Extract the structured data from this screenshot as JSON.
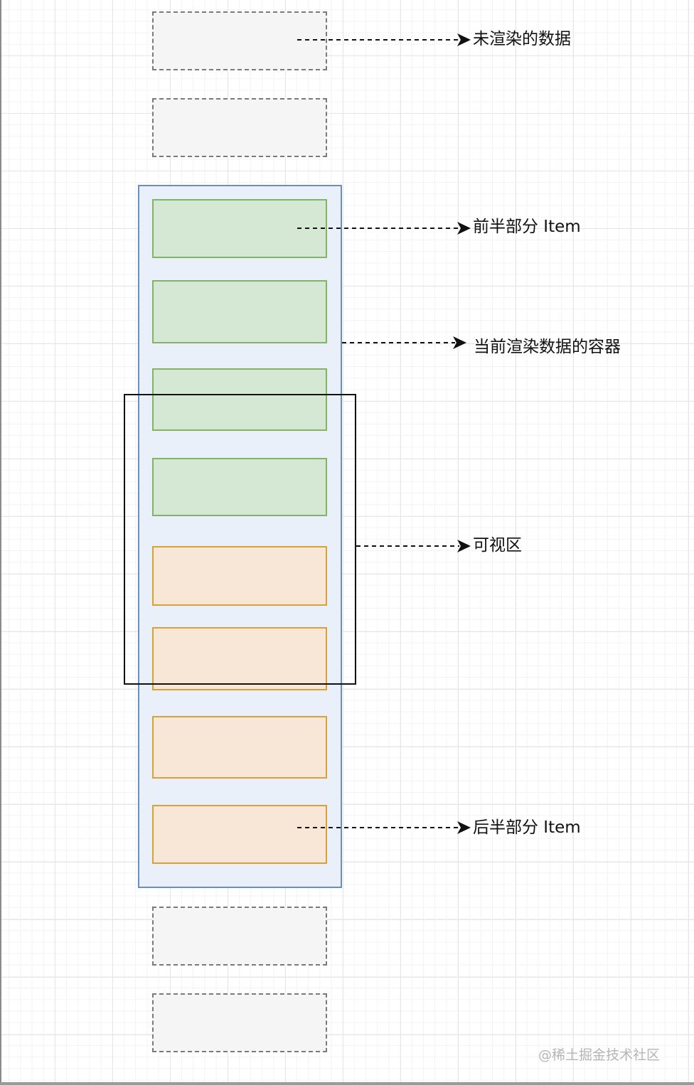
{
  "labels": {
    "unrendered": "未渲染的数据",
    "front_half": "前半部分 Item",
    "container": "当前渲染数据的容器",
    "viewport": "可视区",
    "back_half": "后半部分 Item"
  },
  "watermark": "@稀土掘金技术社区",
  "colors": {
    "front_item_fill": "#d5e8d4",
    "front_item_stroke": "#82b366",
    "back_item_fill": "#f8e6d6",
    "back_item_stroke": "#d6a33a",
    "container_fill": "#eaf0f9",
    "container_stroke": "#6c8ebf",
    "placeholder_fill": "#f5f5f5",
    "viewport_stroke": "#111111"
  }
}
